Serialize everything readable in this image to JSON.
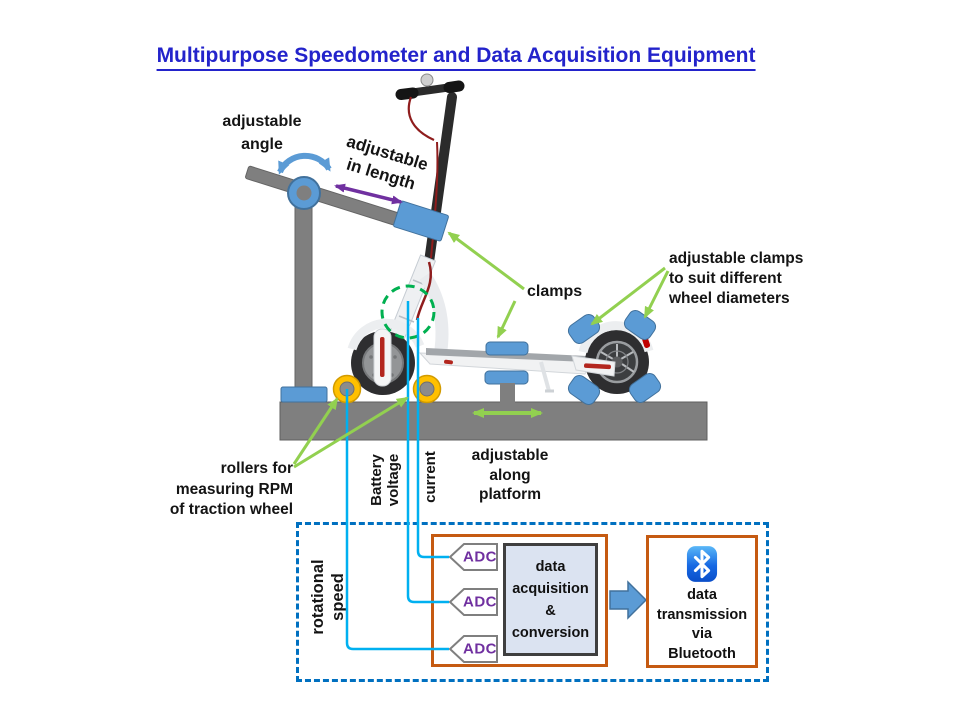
{
  "title": "Multipurpose Speedometer and Data Acquisition Equipment",
  "labels": {
    "adjustable_angle": "adjustable\nangle",
    "adjustable_in_length": "adjustable\nin length",
    "clamps": "clamps",
    "adjustable_clamps": "adjustable clamps\nto suit different\nwheel diameters",
    "rollers": "rollers for\nmeasuring RPM\nof traction wheel",
    "adjustable_along_platform": "adjustable\nalong\nplatform",
    "battery_voltage": "Battery\nvoltage",
    "current": "current",
    "rotational_speed": "rotational\nspeed"
  },
  "daq": {
    "adc_labels": [
      "ADC",
      "ADC",
      "ADC"
    ],
    "acquisition_box": "data\nacquisition\n&\nconversion",
    "bluetooth_box": "data\ntransmission\nvia\nBluetooth"
  },
  "icons": {
    "bluetooth": "bluetooth-icon"
  },
  "colors": {
    "title_blue": "#2323cb",
    "annotation_green": "#92d050",
    "dashed_circle_green": "#00b050",
    "signal_cyan": "#00b0f0",
    "arrow_purple": "#7030a0",
    "adc_purple": "#7030a0",
    "module_border_brown": "#c55a11",
    "dashed_box_blue": "#0070c0",
    "fixture_blue": "#5b9bd5",
    "roller_yellow": "#ffc000",
    "structure_gray": "#7f7f7f",
    "daq_fill": "#dbe3f1"
  }
}
